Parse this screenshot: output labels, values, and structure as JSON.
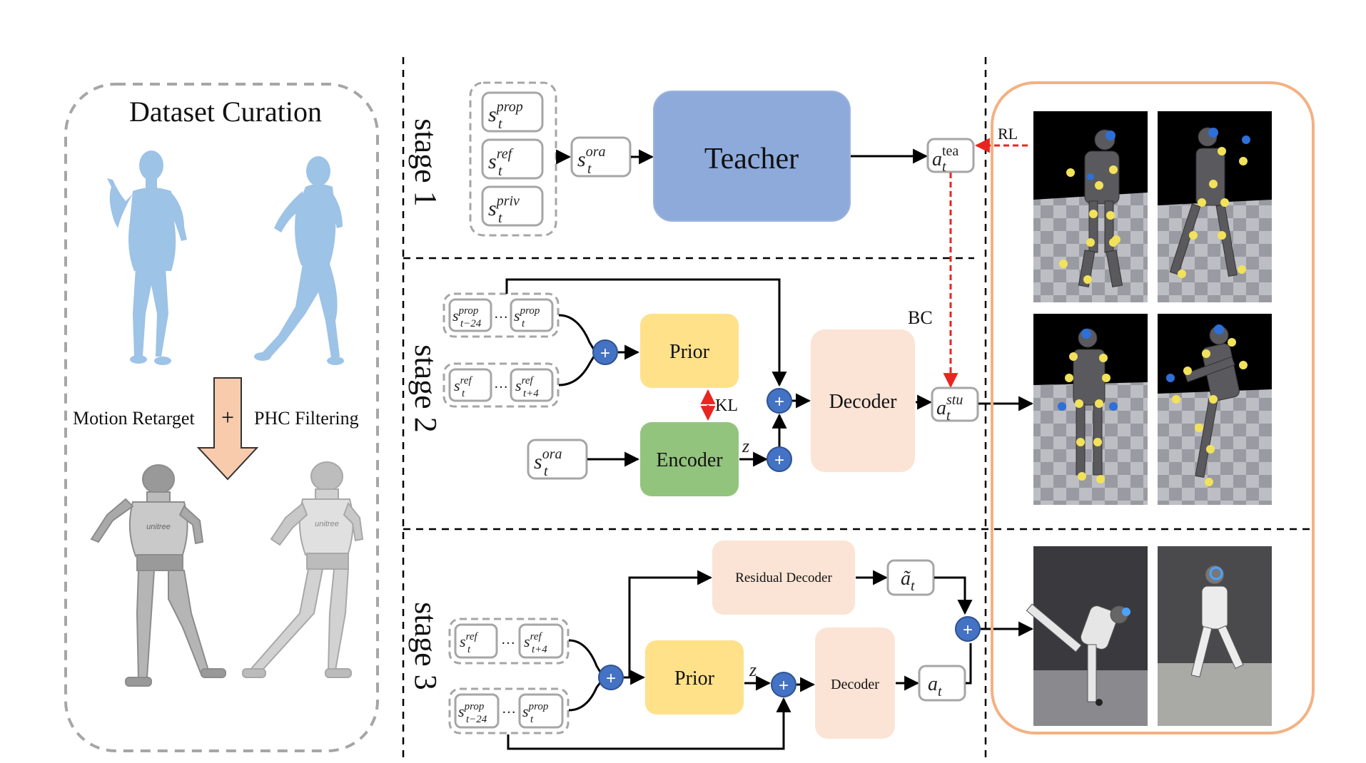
{
  "dataset": {
    "title": "Dataset Curation",
    "motion_retarget": "Motion Retarget",
    "plus": "+",
    "phc_filtering": "PHC Filtering",
    "robot_chest_text": "unitree"
  },
  "stage1": {
    "label": "stage 1",
    "teacher": "Teacher",
    "rl": "RL"
  },
  "stage2": {
    "label": "stage 2",
    "prior": "Prior",
    "encoder": "Encoder",
    "decoder": "Decoder",
    "kl": "KL",
    "z": "z",
    "bc": "BC",
    "ellipsis": "…"
  },
  "stage3": {
    "label": "stage 3",
    "residual_decoder": "Residual Decoder",
    "prior": "Prior",
    "decoder": "Decoder",
    "z": "z",
    "ellipsis": "…"
  },
  "symbols": {
    "s": "s",
    "t": "t",
    "a": "a",
    "prop": "prop",
    "ref": "ref",
    "priv": "priv",
    "ora": "ora",
    "tea": "tea",
    "stu": "stu",
    "t_minus_24": "t−24",
    "t_plus_4": "t+4",
    "a_tilde": "ã"
  },
  "colors": {
    "teacher": "#8eaadb",
    "prior": "#ffe18a",
    "encoder": "#93c47d",
    "decoder": "#fbe4d5",
    "sum_node": "#4472c4",
    "dashed_red": "#e8251f",
    "result_frame": "#f4b183",
    "human_mesh": "#9dc3e6",
    "robot": "#a6a6a6"
  }
}
